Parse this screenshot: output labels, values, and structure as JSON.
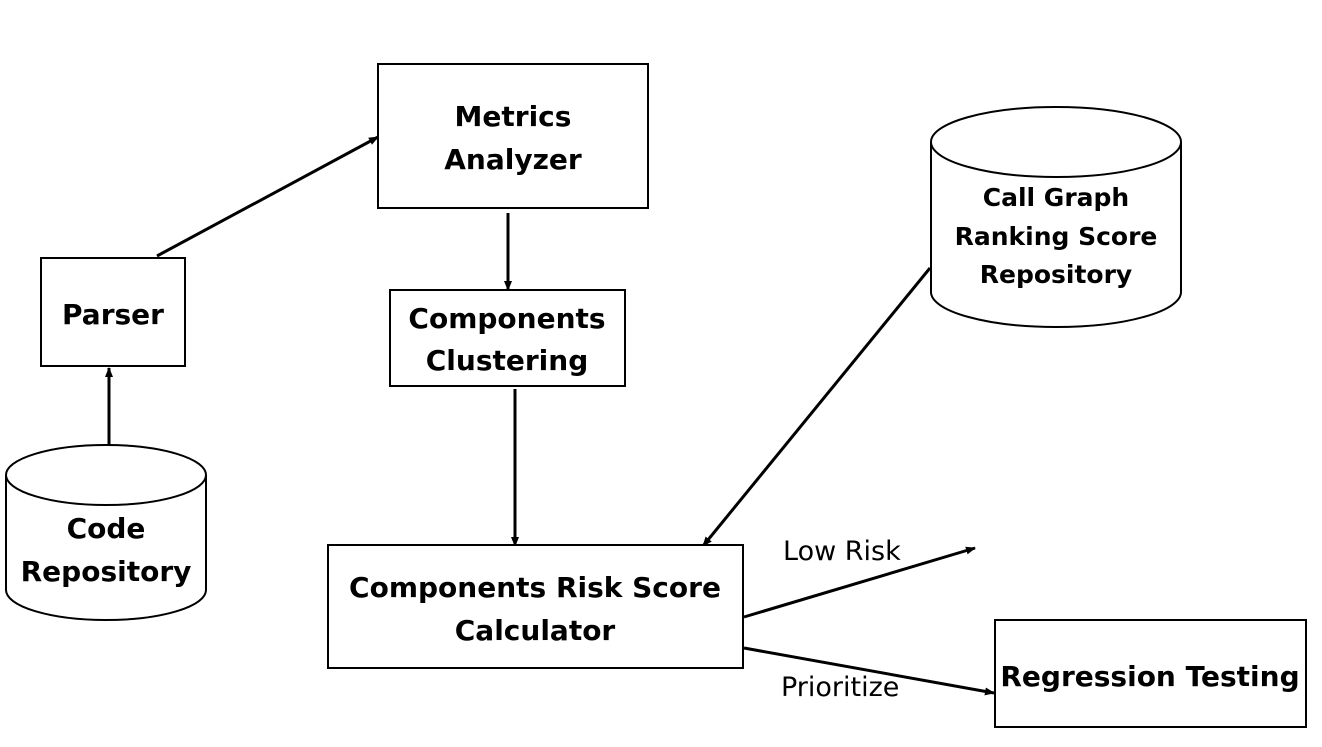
{
  "nodes": {
    "metrics_analyzer": {
      "lines": [
        "Metrics",
        "Analyzer"
      ]
    },
    "parser": {
      "lines": [
        "Parser"
      ]
    },
    "components_clustering": {
      "lines": [
        "Components",
        "Clustering"
      ]
    },
    "code_repository": {
      "lines": [
        "Code",
        "Repository"
      ]
    },
    "call_graph_repository": {
      "lines": [
        "Call Graph",
        "Ranking Score",
        "Repository"
      ]
    },
    "risk_score_calculator": {
      "lines": [
        "Components Risk Score",
        "Calculator"
      ]
    },
    "regression_testing": {
      "lines": [
        "Regression Testing"
      ]
    }
  },
  "edges": {
    "low_risk": "Low Risk",
    "prioritize": "Prioritize"
  }
}
